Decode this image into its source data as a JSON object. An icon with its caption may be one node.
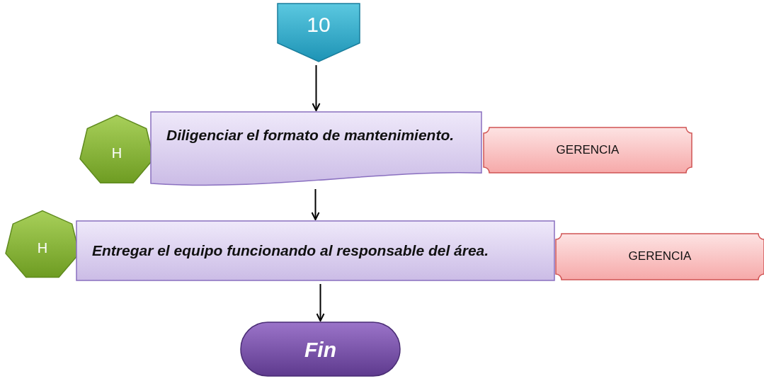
{
  "diagram": {
    "nodes": [
      {
        "text": [
          "10"
        ]
      },
      {
        "text": [
          "H"
        ]
      },
      {
        "text": [
          "Diligenciar el formato de mantenimiento."
        ]
      },
      {
        "text": [
          "GERENCIA"
        ]
      },
      {
        "text": [
          "H"
        ]
      },
      {
        "text": [
          "Entregar el equipo funcionando al responsable del área."
        ]
      },
      {
        "text": [
          "GERENCIA"
        ]
      },
      {
        "text": [
          "Fin"
        ]
      }
    ],
    "edges": [
      {
        "from": 0,
        "to": 2,
        "arrow": "to"
      },
      {
        "from": 2,
        "to": 5,
        "arrow": "to"
      },
      {
        "from": 5,
        "to": 7,
        "arrow": "to"
      }
    ]
  }
}
